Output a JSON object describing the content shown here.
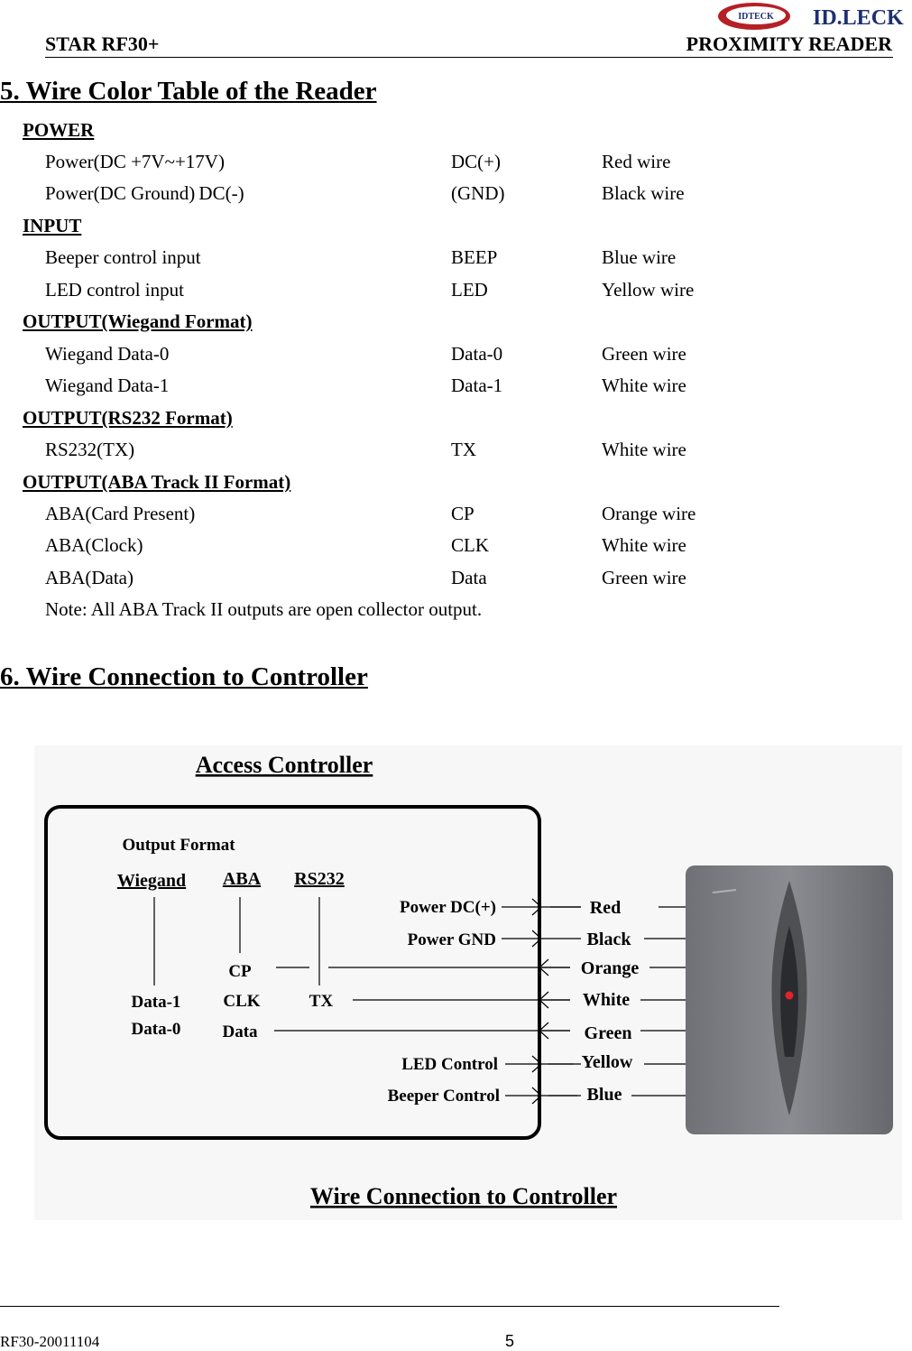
{
  "header": {
    "left": "STAR RF30+",
    "right": "PROXIMITY READER",
    "logo_small": "IDTECK",
    "logo_large": "ID.LECK"
  },
  "section5": {
    "title": "5. Wire Color Table of the Reader",
    "groups": [
      {
        "heading": "POWER",
        "rows": [
          {
            "signal": "Power(DC +7V~+17V)",
            "terminal": "DC(+)",
            "wire": "Red wire"
          },
          {
            "signal": "Power(DC Ground) DC(-)",
            "terminal": "(GND)",
            "wire": "Black wire"
          }
        ]
      },
      {
        "heading": "INPUT",
        "rows": [
          {
            "signal": "Beeper control input",
            "terminal": "BEEP",
            "wire": "Blue wire"
          },
          {
            "signal": "LED control input",
            "terminal": "LED",
            "wire": "Yellow wire"
          }
        ]
      },
      {
        "heading": "OUTPUT(Wiegand Format)",
        "rows": [
          {
            "signal": "Wiegand Data-0",
            "terminal": "Data-0",
            "wire": "Green wire"
          },
          {
            "signal": "Wiegand Data-1",
            "terminal": "Data-1",
            "wire": "White wire"
          }
        ]
      },
      {
        "heading": "OUTPUT(RS232 Format)",
        "rows": [
          {
            "signal": "RS232(TX)",
            "terminal": "TX",
            "wire": "White wire"
          }
        ]
      },
      {
        "heading": "OUTPUT(ABA Track II Format)",
        "rows": [
          {
            "signal": "ABA(Card Present)",
            "terminal": "CP",
            "wire": "Orange wire"
          },
          {
            "signal": "ABA(Clock)",
            "terminal": "CLK",
            "wire": "White wire"
          },
          {
            "signal": "ABA(Data)",
            "terminal": "Data",
            "wire": "Green wire"
          }
        ]
      }
    ],
    "note": "Note: All ABA Track II outputs are open collector output."
  },
  "section6": {
    "title": "6. Wire Connection to Controller"
  },
  "diagram": {
    "title": "Access Controller",
    "output_format": "Output Format",
    "formats": [
      "Wiegand",
      "ABA",
      "RS232"
    ],
    "wiegand_labels": [
      "Data-1",
      "Data-0"
    ],
    "aba_labels": [
      "CP",
      "CLK",
      "Data"
    ],
    "rs232_label": "TX",
    "inputs": [
      "Power DC(+)",
      "Power GND",
      "LED Control",
      "Beeper Control"
    ],
    "wires": [
      "Red",
      "Black",
      "Orange",
      "White",
      "Green",
      "Yellow",
      "Blue"
    ],
    "caption": "Wire Connection to Controller"
  },
  "footer": {
    "doc_id": "RF30-20011104",
    "page": "5"
  }
}
